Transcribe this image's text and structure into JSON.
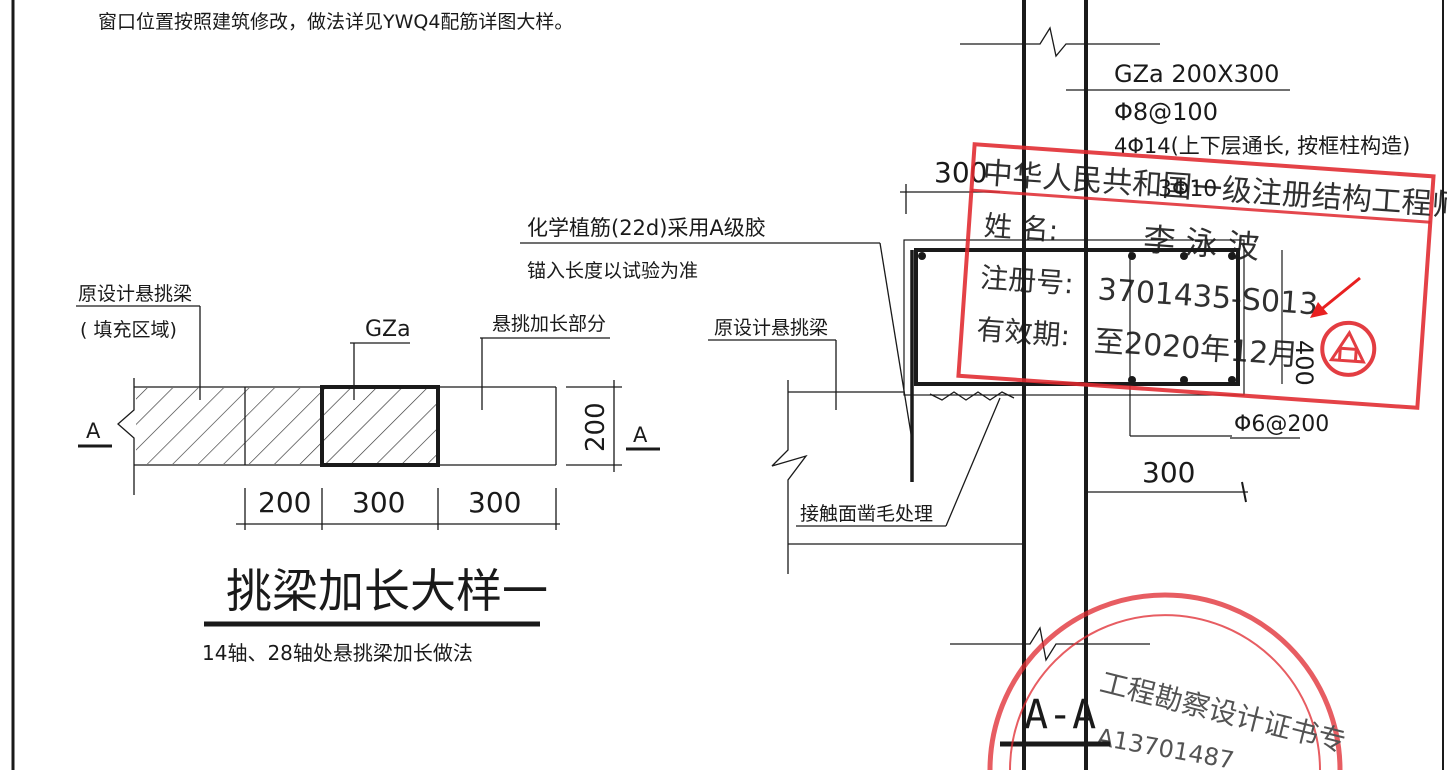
{
  "notes": {
    "top_note": "窗口位置按照建筑修改，做法详见YWQ4配筋详图大样。"
  },
  "detail_one": {
    "title": "挑梁加长大样一",
    "subtitle": "14轴、28轴处悬挑梁加长做法",
    "label_original_beam": "原设计悬挑梁",
    "label_fill_area": "( 填充区域)",
    "label_gza": "GZa",
    "label_extension": "悬挑加长部分",
    "label_section_left": "A",
    "label_section_right": "A",
    "dim_height": "200",
    "dim_1": "200",
    "dim_2": "300",
    "dim_3": "300"
  },
  "section_aa": {
    "title": "A-A",
    "label_gza_size": "GZa 200X300",
    "label_stirrup": "Φ8@100",
    "label_long_bars": "4Φ14(上下层通长, 按框柱构造)",
    "label_top_bars": "3Φ10",
    "label_anchor_1": "化学植筋(22d)采用A级胶",
    "label_anchor_2": "锚入长度以试验为准",
    "label_original_beam": "原设计悬挑梁",
    "label_contact": "接触面凿毛处理",
    "label_beam_stirrup": "Φ6@200",
    "dim_300_top": "300",
    "dim_400": "400",
    "dim_300_bottom": "300"
  },
  "stamp_engineer": {
    "line1": "中华人民共和国一级注册结构工程师",
    "name_label": "姓    名:",
    "name": "李 泳 波",
    "reg_label": "注册号:",
    "reg_no": "3701435-S013",
    "valid_label": "有效期:",
    "valid": "至2020年12月"
  },
  "stamp_company": {
    "text": "工程勘察设计证书专",
    "number": "A13701487"
  },
  "colors": {
    "line": "#1a1a1a",
    "stamp_red": "#e0282e",
    "arrow_red": "#e82020"
  }
}
